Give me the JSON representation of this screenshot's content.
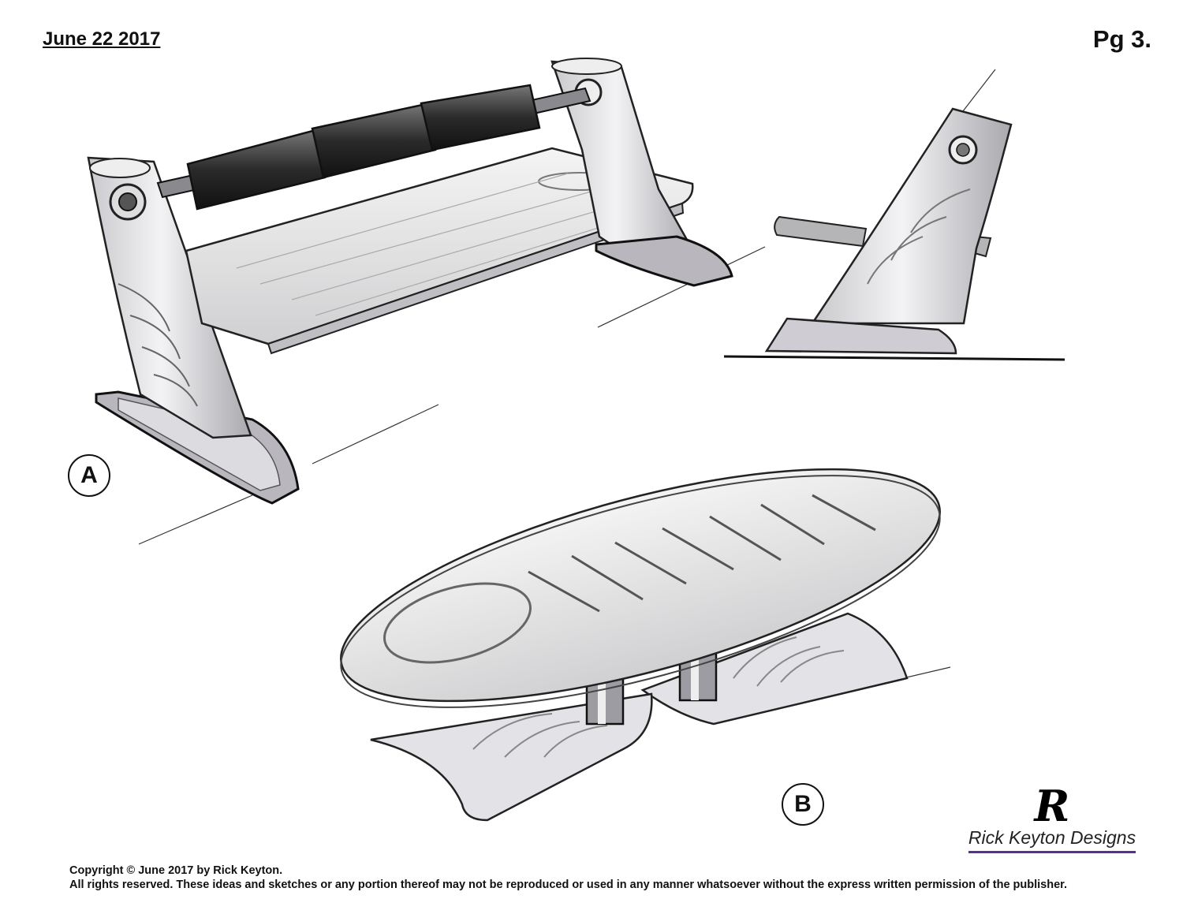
{
  "header": {
    "date": "June 22 2017",
    "page": "Pg 3."
  },
  "labels": {
    "a": "A",
    "b": "B"
  },
  "brand": {
    "mark": "R",
    "name": "Rick Keyton Designs",
    "accent_color": "#5a2f93"
  },
  "footer": {
    "line1": "Copyright © June 2017 by Rick Keyton.",
    "line2": "All rights reserved. These ideas and sketches or any portion thereof may not be reproduced or used in any manner whatsoever without the express written permission of the publisher."
  }
}
